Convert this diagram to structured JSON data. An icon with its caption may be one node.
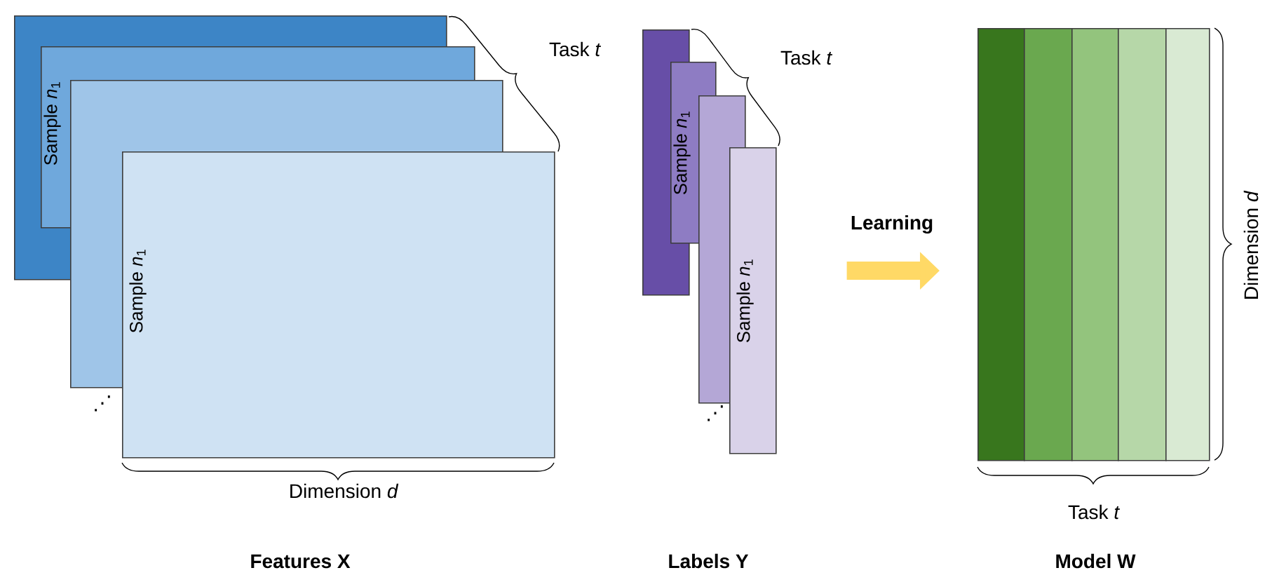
{
  "diagram": {
    "nodes": [
      {
        "text": [],
        "shape": "box"
      },
      {
        "text": [
          "Sample *n*$_{1}$"
        ]
      },
      {
        "text": [],
        "shape": "box"
      },
      {
        "text": [
          "Sample *n*$_{1}$"
        ]
      },
      {
        "text": [],
        "shape": "box"
      },
      {
        "text": [
          "Sample *n*$_{1}$"
        ]
      },
      {
        "text": [],
        "shape": "box"
      },
      {
        "text": [
          "Sample *n*$_{1}$"
        ]
      },
      {
        "text": [],
        "shape": "box"
      },
      {
        "text": [],
        "shape": "box"
      },
      {
        "text": [],
        "shape": "box"
      },
      {
        "text": [],
        "shape": "box"
      },
      {
        "text": [],
        "shape": "box"
      }
    ],
    "edges": [
      {
        "from": 7,
        "to": 8,
        "arrow": "to",
        "label": "Learning",
        "color": "#ffd966"
      }
    ],
    "labels": [
      "Task *t*",
      "Task *t*",
      "Dimension *d*",
      "⋰",
      "⋰",
      "Dimension *d*",
      "Task *t*",
      "Features X",
      "Labels Y",
      "Model W"
    ]
  }
}
